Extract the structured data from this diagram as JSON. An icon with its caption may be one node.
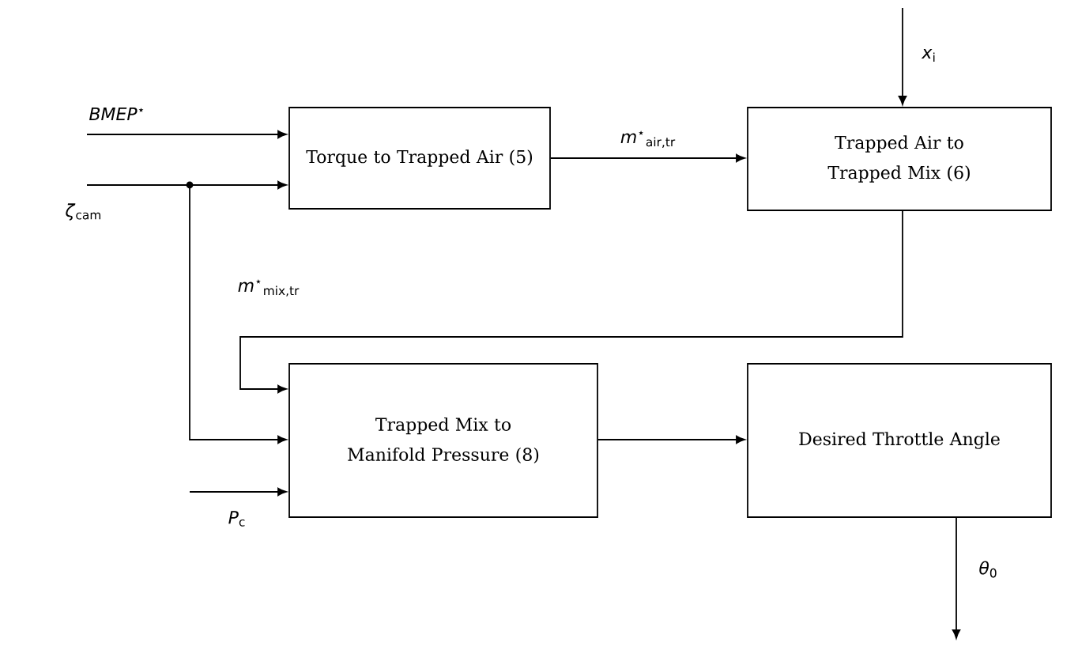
{
  "diagram": {
    "nodes": [
      {
        "text": [
          "Torque to Trapped Air (5)"
        ]
      },
      {
        "text": [
          "Trapped Air to Trapped Mix (6)"
        ]
      },
      {
        "text": [
          "Trapped Mix to Manifold Pressure (8)"
        ]
      },
      {
        "text": [
          "Desired Throttle Angle"
        ]
      }
    ],
    "edges": [
      {
        "from": null,
        "to": 0,
        "arrow": "to",
        "label": "*BMEP*$^{⋆}$"
      },
      {
        "from": null,
        "to": 0,
        "arrow": "to",
        "label": "*ζ*$_{cam}$"
      },
      {
        "from": null,
        "to": 2,
        "arrow": "to"
      },
      {
        "from": null,
        "to": 1,
        "arrow": "to",
        "label": "*x*$_{i}$"
      },
      {
        "from": 0,
        "to": 1,
        "arrow": "to",
        "label": "*m*$^{⋆}$$_{air,tr}$"
      },
      {
        "from": 1,
        "to": 2,
        "arrow": "to",
        "label": "*m*$^{⋆}$$_{mix,tr}$"
      },
      {
        "from": null,
        "to": 2,
        "arrow": "to",
        "label": "*P*$_{c}$"
      },
      {
        "from": 2,
        "to": 3,
        "arrow": "to"
      },
      {
        "from": 3,
        "to": null,
        "arrow": "to",
        "label": "*θ*$_{0}$"
      }
    ]
  }
}
